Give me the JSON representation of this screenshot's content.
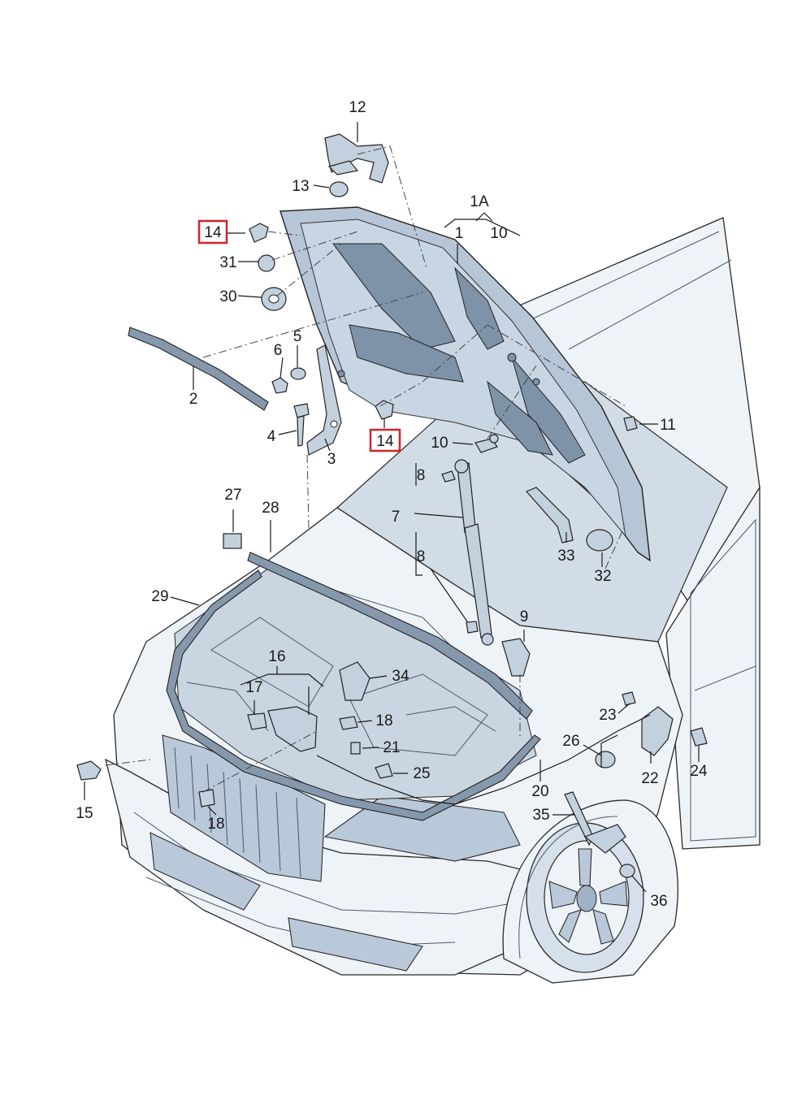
{
  "labels": {
    "l12": "12",
    "l13": "13",
    "l14a": "14",
    "l1A": "1A",
    "l1": "1",
    "l10a": "10",
    "l31": "31",
    "l30": "30",
    "l6": "6",
    "l5": "5",
    "l2": "2",
    "l4": "4",
    "l3": "3",
    "l14b": "14",
    "l10b": "10",
    "l11": "11",
    "l8a": "8",
    "l7": "7",
    "l8b": "8",
    "l27": "27",
    "l28": "28",
    "l33": "33",
    "l32": "32",
    "l29": "29",
    "l9": "9",
    "l16": "16",
    "l34": "34",
    "l17": "17",
    "l18a": "18",
    "l23": "23",
    "l21": "21",
    "l26": "26",
    "l25": "25",
    "l22": "22",
    "l24": "24",
    "l20": "20",
    "l15": "15",
    "l35": "35",
    "l18b": "18",
    "l36": "36"
  },
  "highlight_color": "#d3232a"
}
